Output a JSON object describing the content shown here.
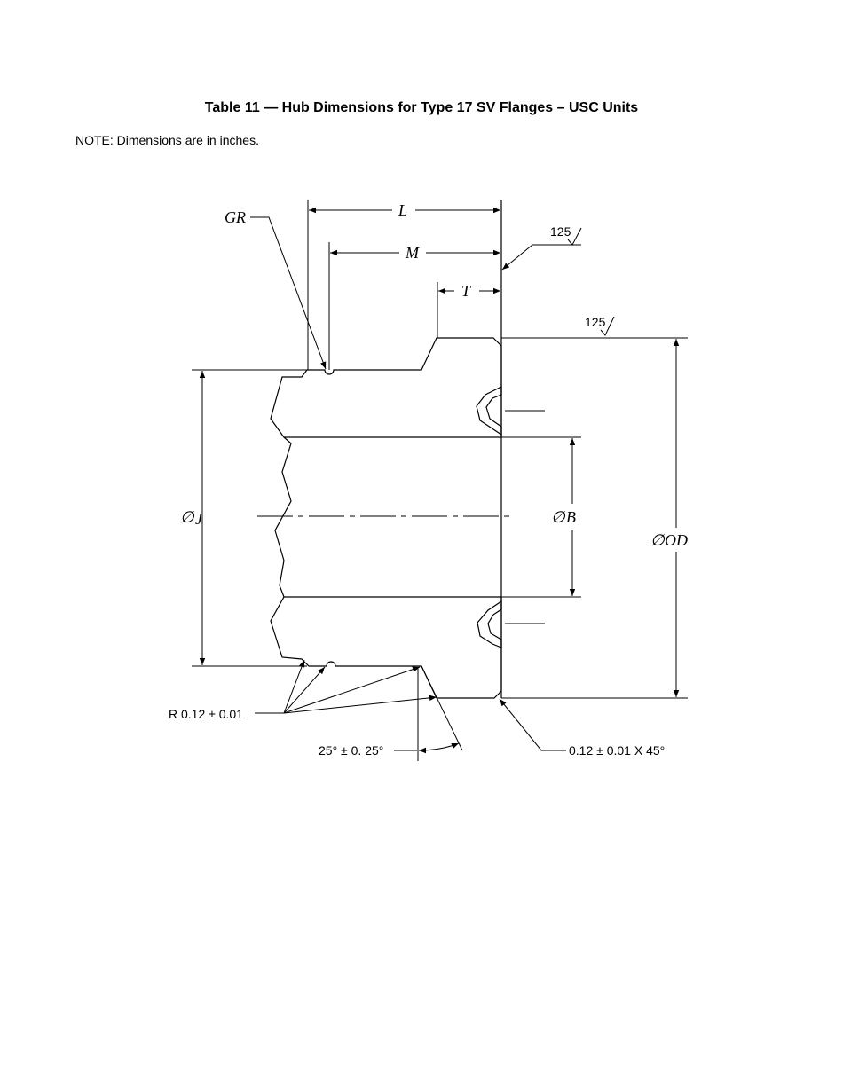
{
  "title": "Table 11 — Hub Dimensions for Type 17 SV Flanges – USC Units",
  "note": "NOTE:  Dimensions are in inches.",
  "labels": {
    "GR": "GR",
    "L": "L",
    "M": "M",
    "T": "T",
    "J": "J",
    "B": "B",
    "OD": "OD",
    "dia": "∅",
    "finish_top": "125",
    "finish_face": "125",
    "radius": "R 0.12 ± 0.01",
    "angle": "25° ± 0. 25°",
    "chamfer": "0.12 ± 0.01 X 45°"
  }
}
